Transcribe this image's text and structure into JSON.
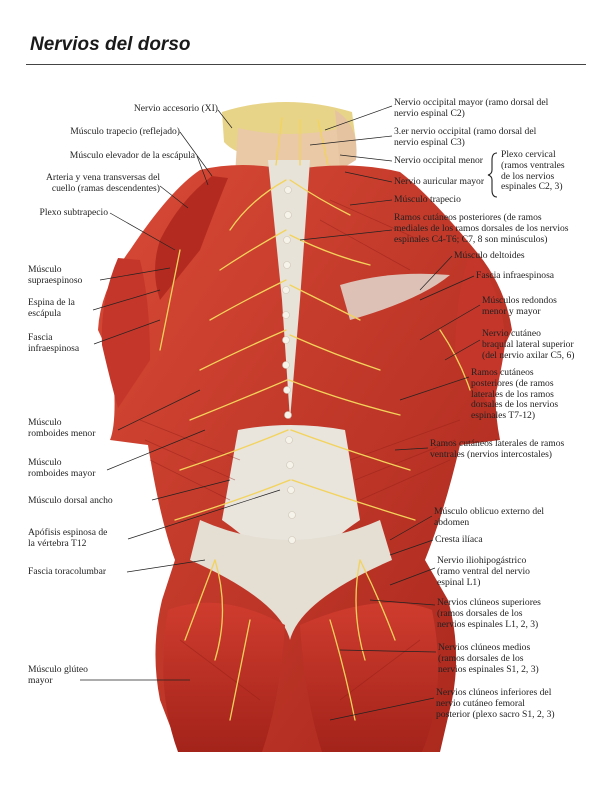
{
  "title": "Nervios del dorso",
  "colors": {
    "muscle": "#c8352b",
    "muscle_dark": "#9a2119",
    "muscle_light": "#e06a55",
    "fascia": "#e9e4dc",
    "nerve": "#f3d35a",
    "skin": "#e9c9a6",
    "hair": "#e8d488"
  },
  "labels": {
    "left": [
      [
        "Nervio accesorio (XI)"
      ],
      [
        "Músculo trapecio (reflejado)"
      ],
      [
        "Músculo elevador de la escápula"
      ],
      [
        "Arteria y vena transversas del",
        "cuello (ramas descendentes)"
      ],
      [
        "Plexo subtrapecio"
      ],
      [
        "Músculo",
        "supraespinoso"
      ],
      [
        "Espina de la",
        "escápula"
      ],
      [
        "Fascia",
        "infraespinosa"
      ],
      [
        "Músculo",
        "romboides menor"
      ],
      [
        "Músculo",
        "romboides mayor"
      ],
      [
        "Músculo dorsal ancho"
      ],
      [
        "Apófisis espinosa de",
        "la vértebra T12"
      ],
      [
        "Fascia toracolumbar"
      ],
      [
        "Músculo glúteo",
        "mayor"
      ]
    ],
    "right": [
      [
        "Nervio occipital mayor (ramo dorsal del",
        "nervio espinal C2)"
      ],
      [
        "3.er nervio occipital (ramo dorsal del",
        "nervio espinal C3)"
      ],
      [
        "Nervio occipital menor"
      ],
      [
        "Nervio auricular mayor"
      ],
      [
        "Músculo trapecio"
      ],
      [
        "Ramos cutáneos posteriores (de ramos",
        "mediales de los ramos dorsales de los nervios",
        "espinales C4-T6; C7, 8 son minúsculos)"
      ],
      [
        "Músculo deltoides"
      ],
      [
        "Fascia infraespinosa"
      ],
      [
        "Músculos redondos",
        "menor y mayor"
      ],
      [
        "Nervio cutáneo",
        "braquial lateral superior",
        "(del nervio axilar C5, 6)"
      ],
      [
        "Ramos cutáneos",
        "posteriores (de ramos",
        "laterales de los ramos",
        "dorsales de los nervios",
        "espinales T7-12)"
      ],
      [
        "Ramos cutáneos laterales de ramos",
        "ventrales (nervios intercostales)"
      ],
      [
        "Músculo oblicuo externo del",
        "abdomen"
      ],
      [
        "Cresta ilíaca"
      ],
      [
        "Nervio iliohipogástrico",
        "(ramo ventral del nervio",
        "espinal L1)"
      ],
      [
        "Nervios clúneos superiores",
        "(ramos dorsales de los",
        "nervios espinales L1, 2, 3)"
      ],
      [
        "Nervios clúneos medios",
        "(ramos dorsales de los",
        "nervios espinales S1, 2, 3)"
      ],
      [
        "Nervios clúneos inferiores del",
        "nervio cutáneo femoral",
        "posterior (plexo sacro S1, 2, 3)"
      ]
    ],
    "bracket": [
      "Plexo cervical",
      "(ramos ventrales",
      "de los nervios",
      "espinales C2, 3)"
    ]
  }
}
